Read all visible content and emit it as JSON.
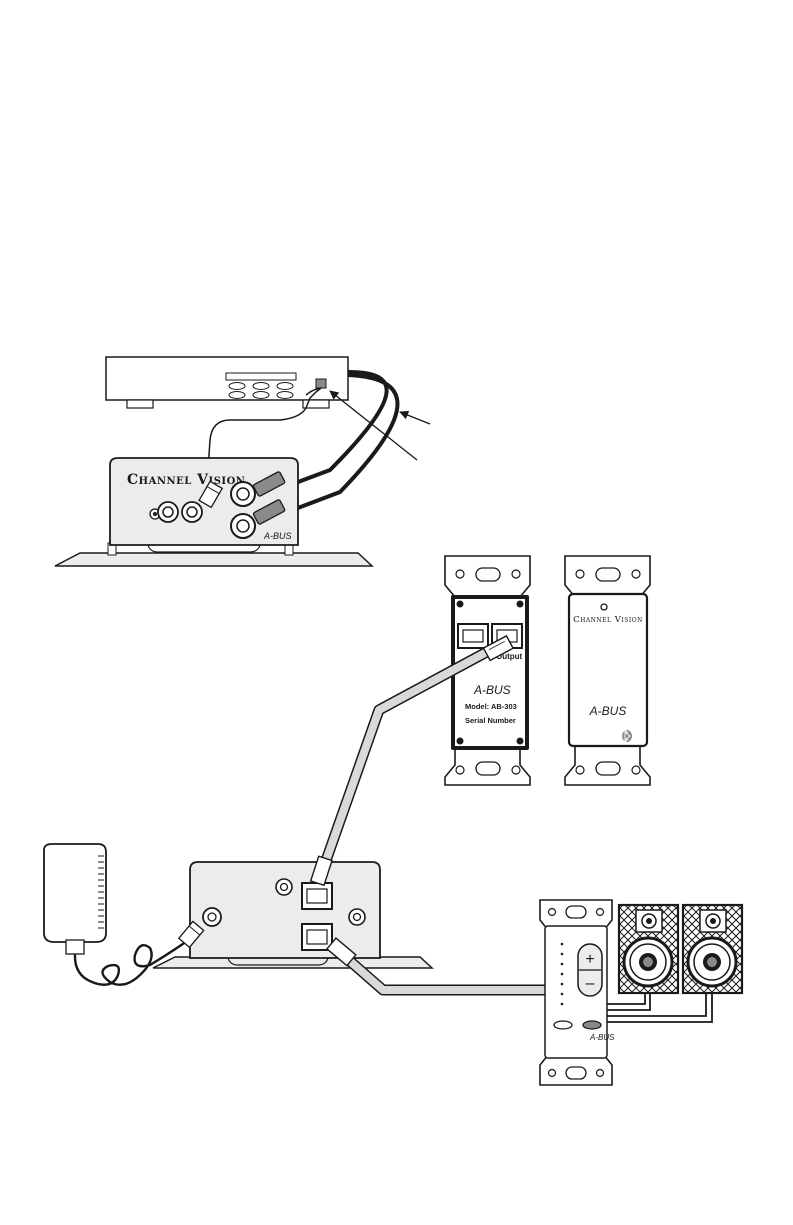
{
  "colors": {
    "ink": "#1a1a1a",
    "panel_fill": "#ececec",
    "mid_gray": "#8a8a8a",
    "cable_gray": "#d9d9d9",
    "white": "#ffffff"
  },
  "components": {
    "source_device": {
      "icon": "av-source-box-icon"
    },
    "transmitter": {
      "brand": "Channel Vision",
      "logo": "A-BUS"
    },
    "input_module": {
      "logo": "A-BUS",
      "output_label": "Output",
      "model": "Model: AB-303",
      "serial": "Serial Number"
    },
    "faceplate": {
      "brand": "Channel Vision",
      "logo": "A-BUS",
      "icon": "bluetooth-icon"
    },
    "power_supply": {
      "icon": "wall-adapter-icon"
    },
    "hub": {
      "icon": "hub-box-icon"
    },
    "volume_keypad": {
      "logo": "A-BUS",
      "plus": "+",
      "minus": "–"
    },
    "speakers": {
      "count": 2,
      "icon": "bookshelf-speaker-icon"
    }
  }
}
